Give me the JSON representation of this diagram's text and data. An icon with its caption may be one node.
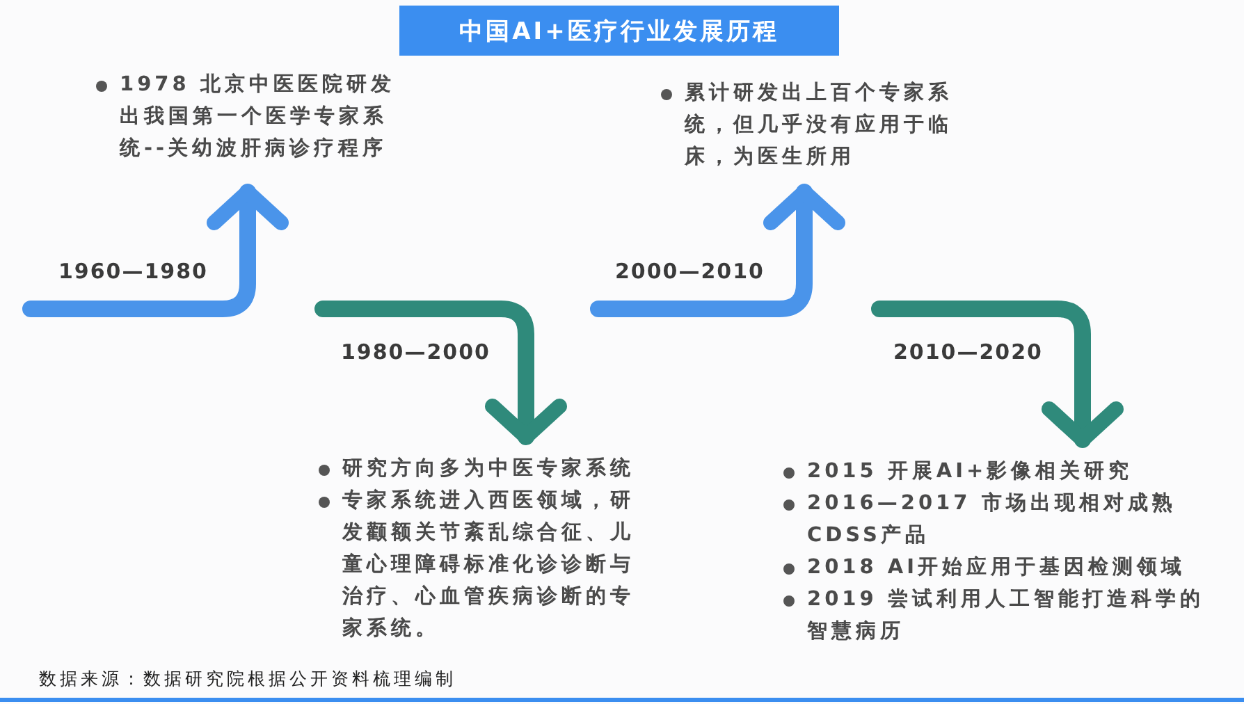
{
  "diagram": {
    "title": "中国AI+医疗行业发展历程",
    "nodes": [
      {
        "text": [
          "1978 北京中医医院研发出我国第一个医学专家系统--关幼波肝病诊疗程序"
        ]
      },
      {
        "text": [
          "研究方向多为中医专家系统",
          "专家系统进入西医领域，研发颧额关节紊乱综合征、儿童心理障碍标准化诊诊断与治疗、心血管疾病诊断的专家系统。"
        ]
      },
      {
        "text": [
          "累计研发出上百个专家系统，但几乎没有应用于临床，为医生所用"
        ]
      },
      {
        "text": [
          "2015 开展AI+影像相关研究",
          "2016—2017 市场出现相对成熟CDSS产品",
          "2018 AI开始应用于基因检测领域",
          "2019 尝试利用人工智能打造科学的智慧病历"
        ]
      }
    ],
    "edges": [
      {
        "from": null,
        "to": 0,
        "arrow": "to",
        "color": "#4a94ea"
      },
      {
        "from": null,
        "to": 1,
        "arrow": "to",
        "color": "#2f8a7b"
      },
      {
        "from": null,
        "to": 2,
        "arrow": "to",
        "color": "#4a94ea"
      },
      {
        "from": null,
        "to": 3,
        "arrow": "to",
        "color": "#2f8a7b"
      }
    ],
    "labels": [
      "1960—1980",
      "2000—2010",
      "1980—2000",
      "2010—2020",
      "数据来源：数据研究院根据公开资料梳理编制"
    ]
  }
}
